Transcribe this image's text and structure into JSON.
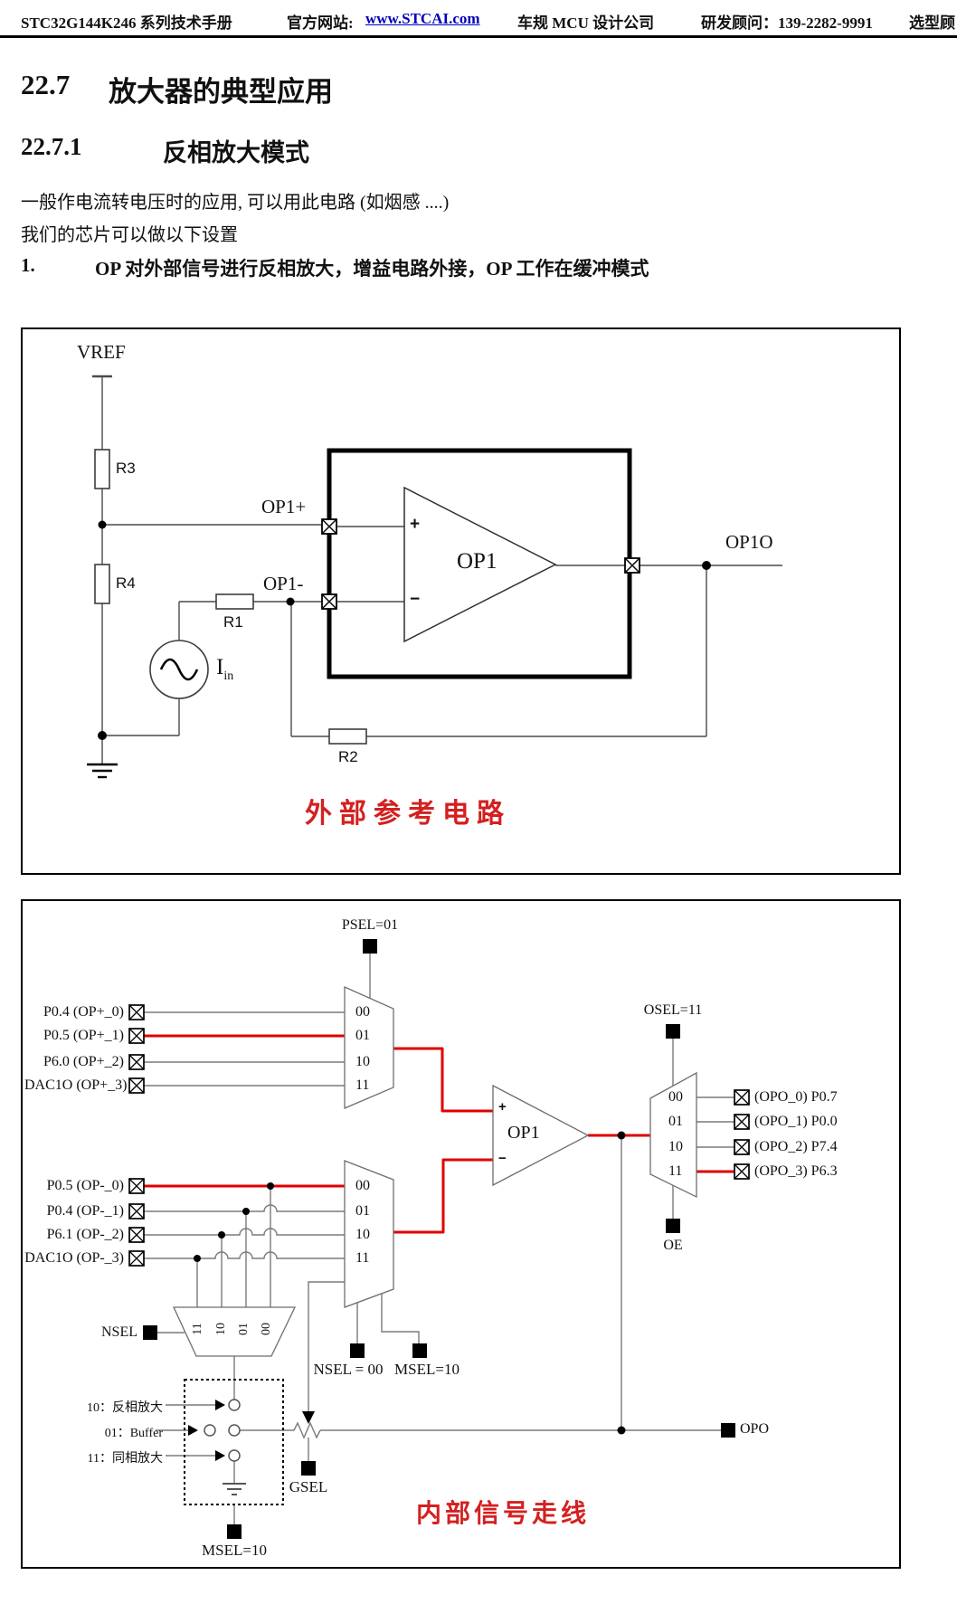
{
  "header": {
    "title": "STC32G144K246 系列技术手册",
    "site_label": "官方网站:",
    "site_url": "www.STCAI.com",
    "company": "车规 MCU 设计公司",
    "contact": "研发顾问：139-2282-9991",
    "tail": "选型顾"
  },
  "section": {
    "number": "22.7",
    "title": "放大器的典型应用"
  },
  "subsection": {
    "number": "22.7.1",
    "title": "反相放大模式"
  },
  "paragraphs": {
    "line1": "一般作电流转电压时的应用, 可以用此电路 (如烟感  ....)",
    "line2": "我们的芯片可以做以下设置",
    "item1_number": "1.",
    "item1_text": "OP 对外部信号进行反相放大，增益电路外接，OP 工作在缓冲模式"
  },
  "external_circuit": {
    "caption": "外部参考电路",
    "vref": "VREF",
    "r1": "R1",
    "r2": "R2",
    "r3": "R3",
    "r4": "R4",
    "iin_main": "I",
    "iin_sub": "in",
    "op_plus_pin": "OP1+",
    "op_minus_pin": "OP1-",
    "plus_sign": "+",
    "minus_sign": "−",
    "opamp": "OP1",
    "output": "OP1O"
  },
  "internal_circuit": {
    "caption": "内部信号走线",
    "psel": "PSEL=01",
    "osel": "OSEL=11",
    "oe": "OE",
    "nsel": "NSEL",
    "nsel_val": "NSEL = 00",
    "msel_val": "MSEL=10",
    "gsel": "GSEL",
    "msel_bottom": "MSEL=10",
    "opo": "OPO",
    "opamp": "OP1",
    "plus_sign": "+",
    "minus_sign": "−",
    "pos_mux": [
      "00",
      "01",
      "10",
      "11"
    ],
    "neg_mux": [
      "00",
      "01",
      "10",
      "11"
    ],
    "out_mux": [
      "00",
      "01",
      "10",
      "11"
    ],
    "nsel_mux": [
      "11",
      "10",
      "01",
      "00"
    ],
    "pos_inputs": [
      "P0.4 (OP+_0)",
      "P0.5 (OP+_1)",
      "P6.0 (OP+_2)",
      "DAC1O (OP+_3)"
    ],
    "neg_inputs": [
      "P0.5 (OP-_0)",
      "P0.4 (OP-_1)",
      "P6.1 (OP-_2)",
      "DAC1O (OP-_3)"
    ],
    "outputs": [
      "(OPO_0) P0.7",
      "(OPO_1) P0.0",
      "(OPO_2) P7.4",
      "(OPO_3) P6.3"
    ],
    "modes": [
      "10：反相放大",
      "01：Buffer",
      "11：同相放大"
    ]
  },
  "colors": {
    "accent_red": "#d42020",
    "link_blue": "#0000bb",
    "wire_gray": "#7a7a7a"
  }
}
